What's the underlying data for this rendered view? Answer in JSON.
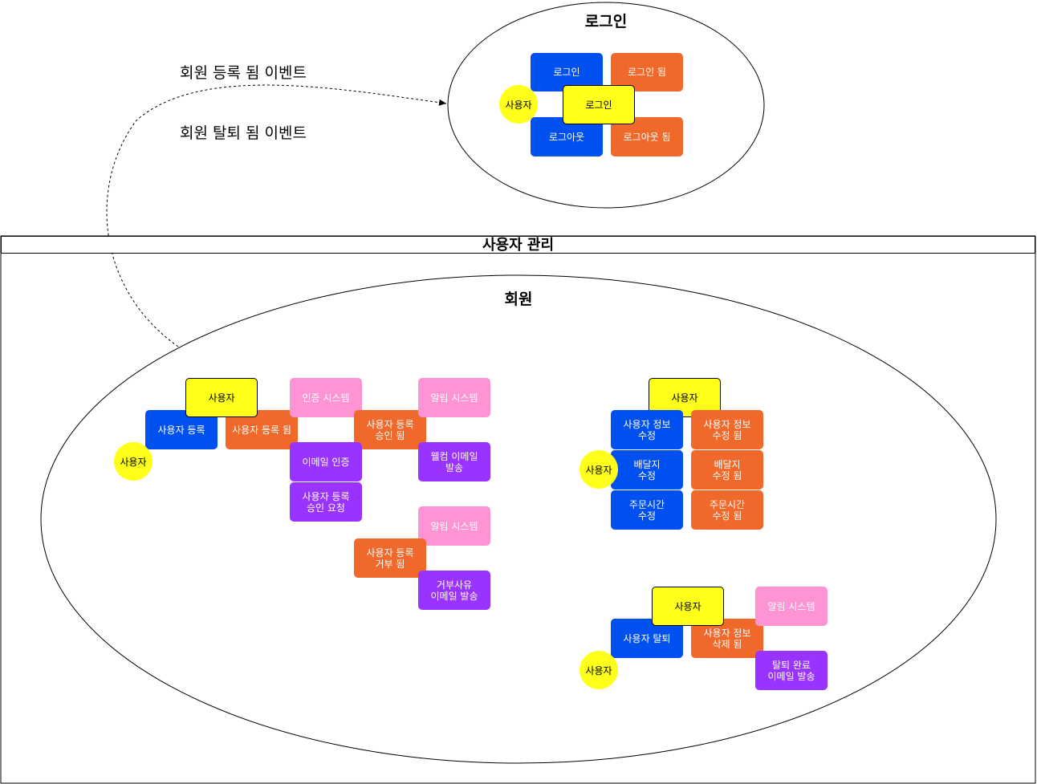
{
  "login_context": {
    "title": "로그인",
    "actor": "사용자",
    "command_login": "로그인",
    "event_logged_in": "로그인 됨",
    "aggregate": "로그인",
    "command_logout": "로그아웃",
    "event_logged_out": "로그아웃 됨"
  },
  "annotations": {
    "registered_event": "회원 등록 됨 이벤트",
    "withdrawn_event": "회원 탈퇴 됨 이벤트"
  },
  "user_management": {
    "title": "사용자 관리",
    "member_context": {
      "title": "회원",
      "registration": {
        "aggregate": "사용자",
        "actor": "사용자",
        "command_register": "사용자 등록",
        "event_registered": "사용자 등록 됨",
        "auth_system": "인증 시스템",
        "event_approved": "사용자 등록\n승인 됨",
        "notify_system_1": "알림 시스템",
        "policy_email_verify": "이메일 인증",
        "policy_approval_request": "사용자 등록\n승인 요청",
        "policy_welcome_email": "웰컴 이메일\n발송",
        "notify_system_2": "알림 시스템",
        "event_rejected": "사용자 등록\n거부 됨",
        "policy_reject_email": "거부사유\n이메일 발송"
      },
      "profile": {
        "aggregate": "사용자",
        "actor": "사용자",
        "command_update_info": "사용자 정보\n수정",
        "event_info_updated": "사용자 정보\n수정 됨",
        "command_update_address": "배달지\n수정",
        "event_address_updated": "배달지\n수정 됨",
        "command_update_time": "주문시간\n수정",
        "event_time_updated": "주문시간\n수정 됨"
      },
      "withdrawal": {
        "aggregate": "사용자",
        "actor": "사용자",
        "notify_system": "알림 시스템",
        "command_withdraw": "사용자 탈퇴",
        "event_deleted": "사용자 정보\n삭제 됨",
        "policy_complete_email": "탈퇴 완료\n이메일 발송"
      }
    }
  },
  "colors": {
    "command": "#0050ef",
    "event": "#f0692a",
    "external_system": "#ff94d4",
    "policy": "#9933ff",
    "aggregate_actor": "#ffff1a"
  }
}
